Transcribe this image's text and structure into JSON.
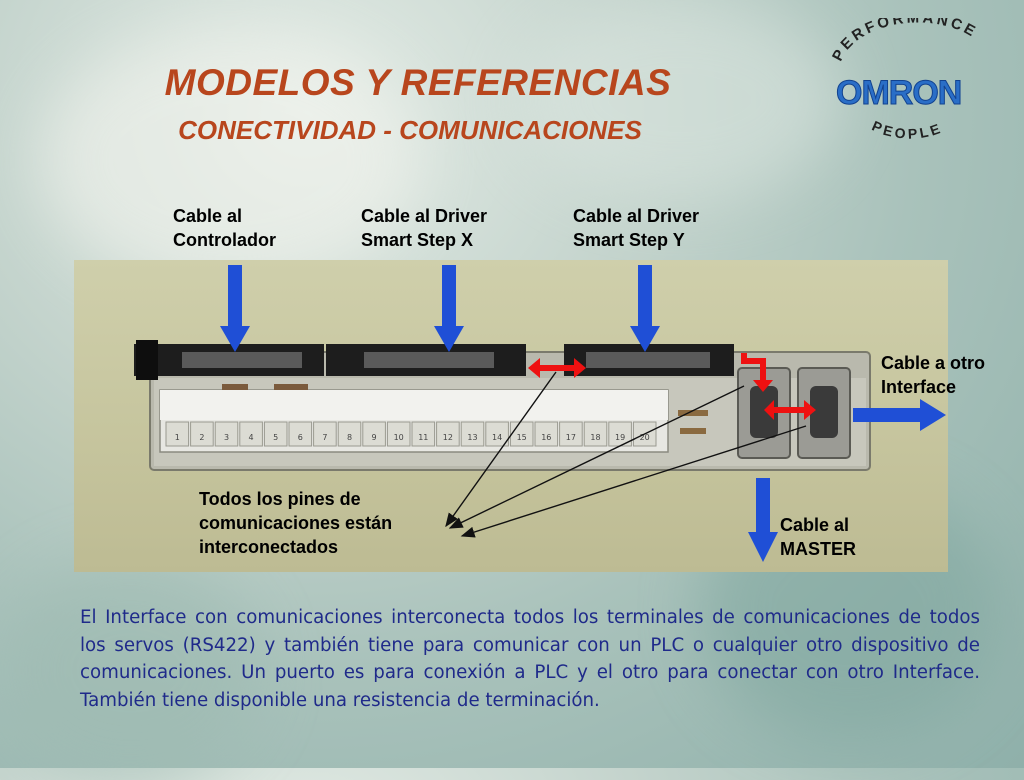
{
  "header": {
    "title": "MODELOS Y REFERENCIAS",
    "subtitle": "CONECTIVIDAD  - COMUNICACIONES"
  },
  "logo": {
    "top_arc": "PERFORMANCE",
    "brand": "OMRON",
    "bottom_arc": "PEOPLE",
    "brand_color": "#2a6ec7"
  },
  "labels": {
    "cable_controlador": "Cable al\nControlador",
    "cable_driver_x": "Cable al Driver\nSmart Step X",
    "cable_driver_y": "Cable al Driver\nSmart Step Y",
    "cable_otro_interface": "Cable a otro\nInterface",
    "pines_interconectados": "Todos los pines de\ncomunicaciones están\ninterconectados",
    "cable_master": "Cable al\nMASTER"
  },
  "terminal_numbers": [
    "1",
    "2",
    "3",
    "4",
    "5",
    "6",
    "7",
    "8",
    "9",
    "10",
    "11",
    "12",
    "13",
    "14",
    "15",
    "16",
    "17",
    "18",
    "19",
    "20"
  ],
  "description": "El Interface con comunicaciones interconecta todos los terminales de comunicaciones de todos los servos (RS422) y también tiene para comunicar con un PLC o cualquier otro dispositivo de comunicaciones. Un puerto es para conexión a PLC y el otro para conectar con otro Interface. También tiene disponible una resistencia de terminación.",
  "colors": {
    "title": "#b8461d",
    "arrow_blue": "#1f4fd6",
    "arrow_red": "#ee1111",
    "paragraph": "#1f2a8a"
  }
}
